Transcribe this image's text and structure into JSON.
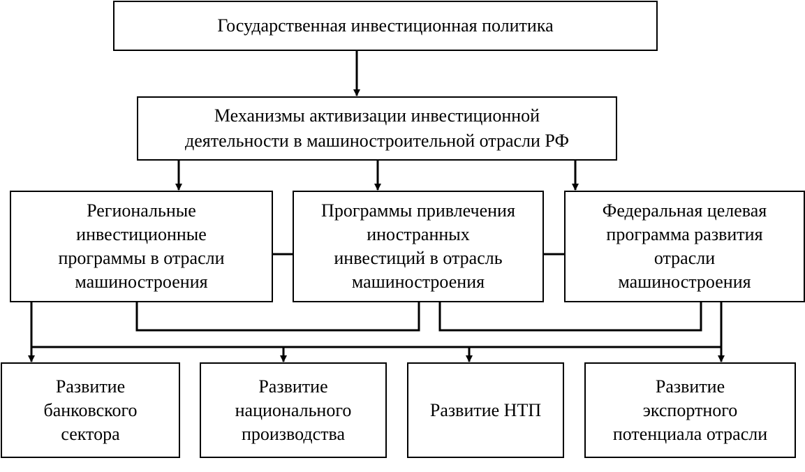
{
  "diagram": {
    "top": {
      "lines": [
        "Государственная инвестиционная политика"
      ]
    },
    "mechanisms": {
      "lines": [
        "Механизмы активизации инвестиционной",
        "деятельности в машиностроительной отрасли РФ"
      ]
    },
    "regional": {
      "lines": [
        "Региональные",
        "инвестиционные",
        "программы в отрасли",
        "машиностроения"
      ]
    },
    "foreign": {
      "lines": [
        "Программы привлечения",
        "иностранных",
        "инвестиций в отрасль",
        "машиностроения"
      ]
    },
    "federal": {
      "lines": [
        "Федеральная целевая",
        "программа развития",
        "отрасли",
        "машиностроения"
      ]
    },
    "banking": {
      "lines": [
        "Развитие",
        "банковского",
        "сектора"
      ]
    },
    "national": {
      "lines": [
        "Развитие",
        "национального",
        "производства"
      ]
    },
    "ntp": {
      "lines": [
        "Развитие НТП"
      ]
    },
    "export": {
      "lines": [
        "Развитие",
        "экспортного",
        "потенциала отрасли"
      ]
    }
  }
}
